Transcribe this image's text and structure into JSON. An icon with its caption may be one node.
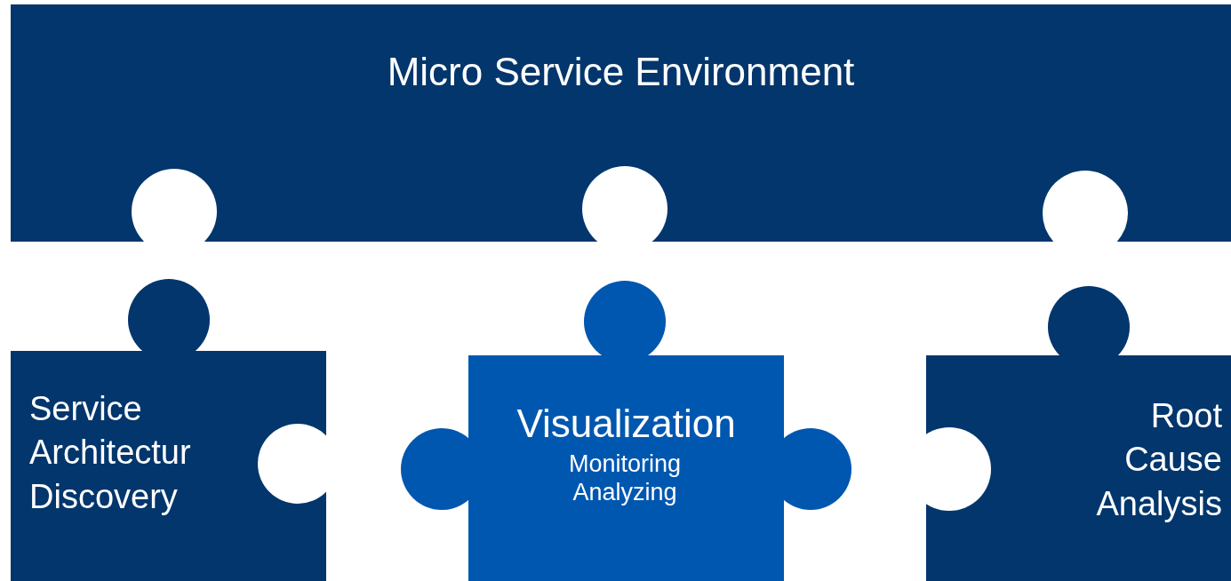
{
  "diagram": {
    "nodes": [
      {
        "text": [
          "Micro Service Environment"
        ]
      },
      {
        "text": [
          "Service Architectur Discovery"
        ]
      },
      {
        "text": [
          "Visualization",
          "Monitoring Analyzing"
        ]
      },
      {
        "text": [
          "Root Cause Analysis"
        ]
      }
    ]
  }
}
